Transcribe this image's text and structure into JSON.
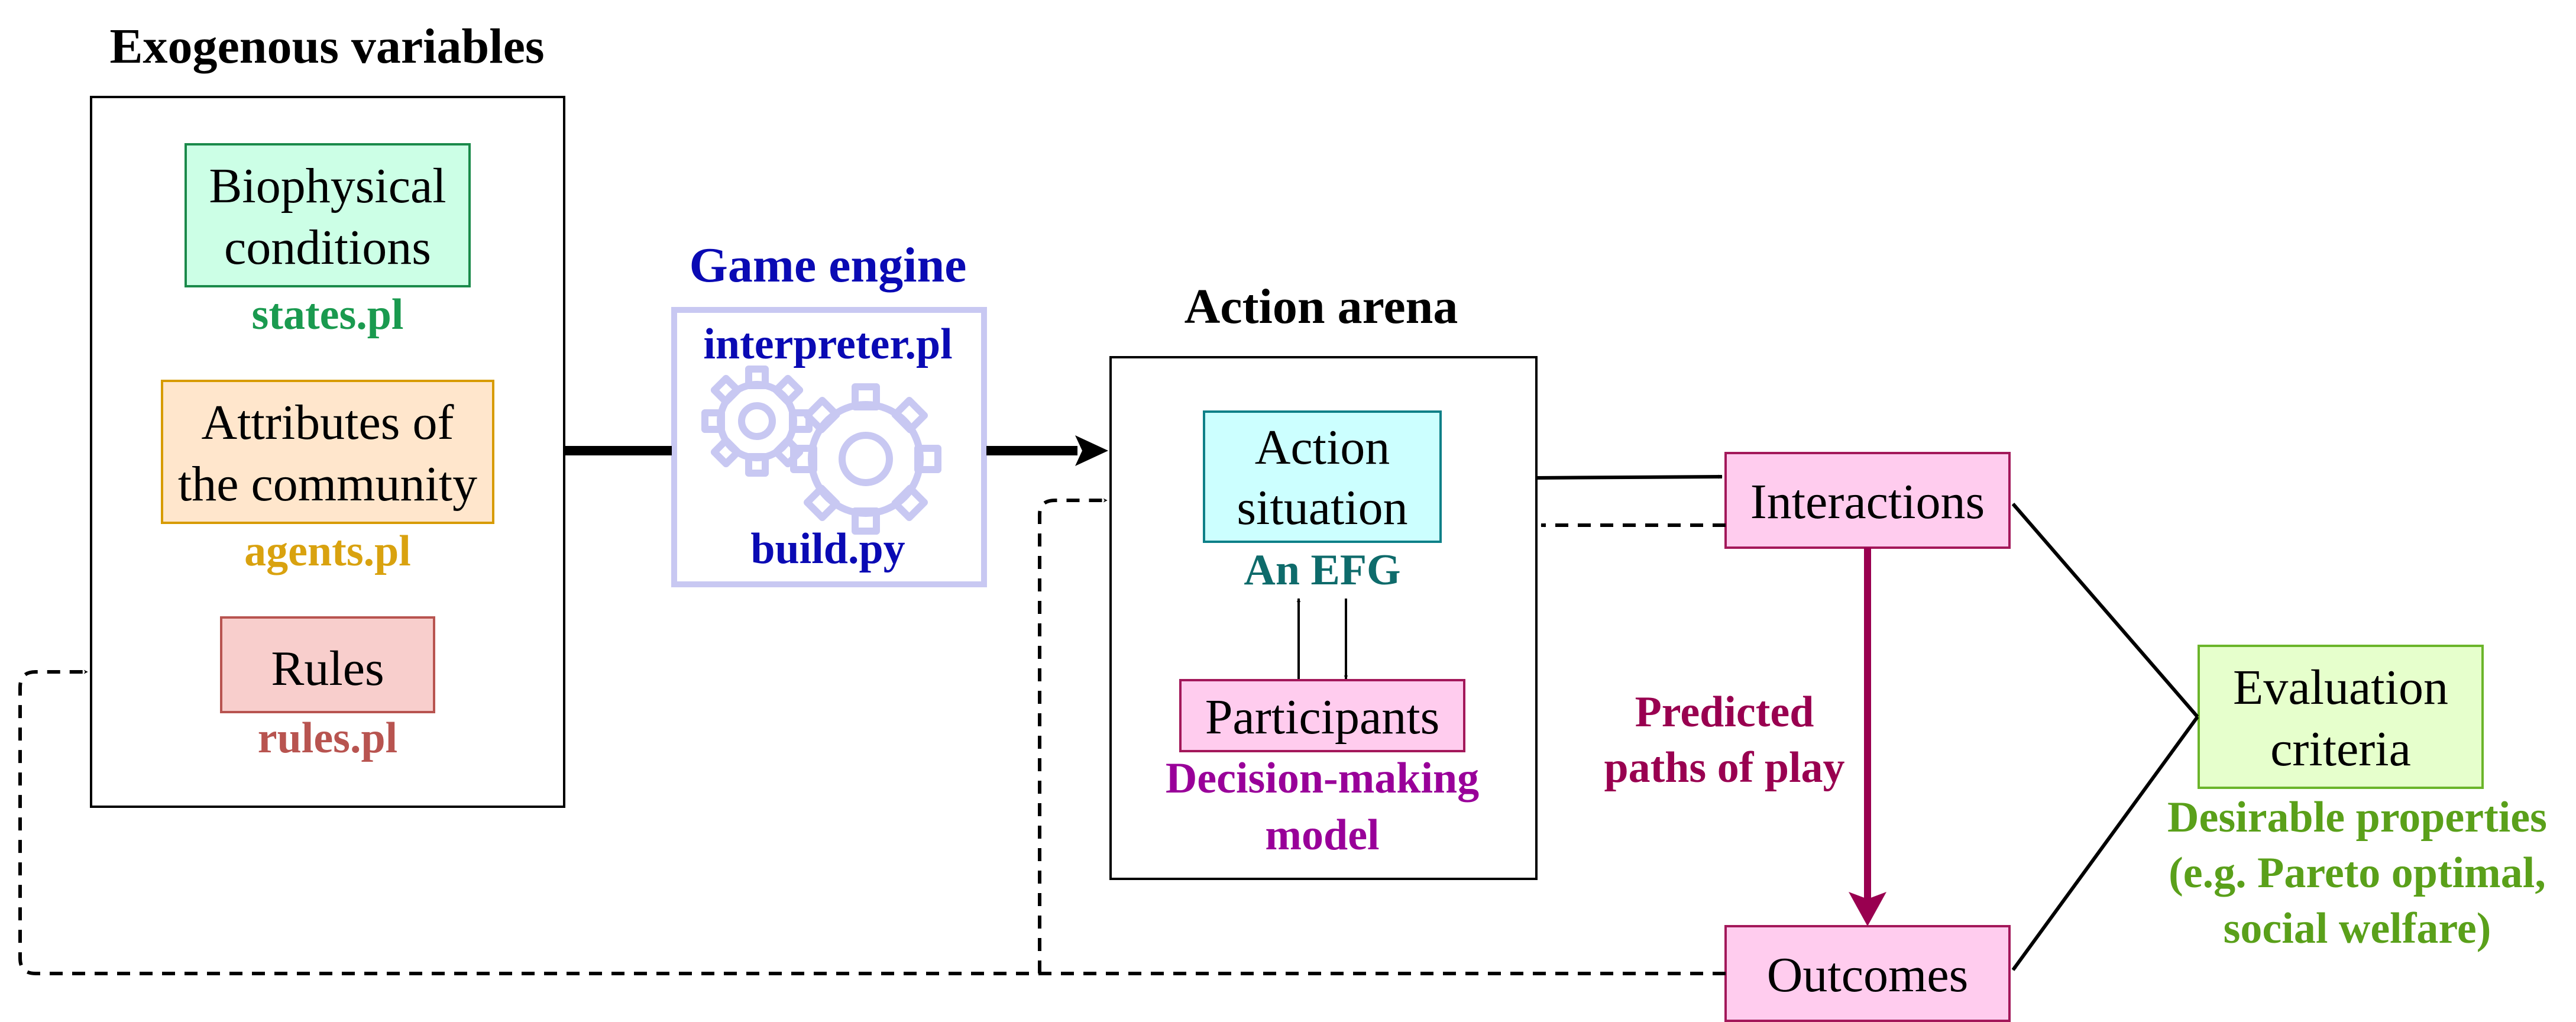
{
  "colors": {
    "biophysical_fill": "#ccffe6",
    "biophysical_stroke": "#1a8a4a",
    "biophysical_text": "#1a9a4f",
    "attributes_fill": "#ffe6cc",
    "attributes_stroke": "#d79b00",
    "attributes_text": "#d9a20f",
    "rules_fill": "#f8cecc",
    "rules_stroke": "#b85450",
    "rules_text": "#b85450",
    "engine_stroke": "#c8c8f2",
    "engine_text": "#0a0ab4",
    "action_situation_fill": "#ccffff",
    "action_situation_stroke": "#0e8088",
    "efg_text": "#0e6b6b",
    "pink_fill": "#ffccee",
    "pink_stroke": "#a3185a",
    "decision_text": "#990099",
    "paths_text": "#990050",
    "eval_fill": "#e6ffcc",
    "eval_stroke": "#6bb52a",
    "eval_text": "#5aa01a"
  },
  "exogenous": {
    "title": "Exogenous variables",
    "biophysical": {
      "line1": "Biophysical",
      "line2": "conditions",
      "file": "states.pl"
    },
    "attributes": {
      "line1": "Attributes of",
      "line2": "the community",
      "file": "agents.pl"
    },
    "rules": {
      "label": "Rules",
      "file": "rules.pl"
    }
  },
  "game_engine": {
    "title": "Game engine",
    "file_top": "interpreter.pl",
    "file_bottom": "build.py",
    "icon": "gears-icon"
  },
  "action_arena": {
    "title": "Action arena",
    "situation": {
      "line1": "Action",
      "line2": "situation",
      "caption": "An EFG"
    },
    "participants": {
      "label": "Participants",
      "caption_line1": "Decision-making",
      "caption_line2": "model"
    }
  },
  "interactions": {
    "label": "Interactions"
  },
  "outcomes": {
    "label": "Outcomes"
  },
  "predicted": {
    "line1": "Predicted",
    "line2": "paths of play"
  },
  "evaluation": {
    "line1": "Evaluation",
    "line2": "criteria",
    "caption_line1": "Desirable properties",
    "caption_line2": "(e.g. Pareto optimal,",
    "caption_line3": "social welfare)"
  }
}
